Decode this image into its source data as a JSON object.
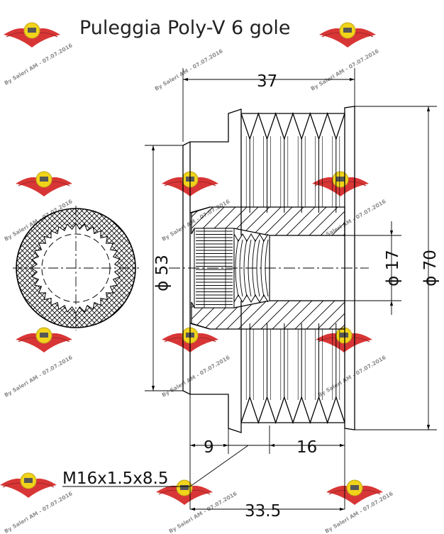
{
  "title": "Puleggia Poly-V 6 gole",
  "dimensions": {
    "width_top": "37",
    "dia_left": "53",
    "dia_bore": "17",
    "dia_outer": "70",
    "len_9": "9",
    "len_16": "16",
    "len_total": "33.5",
    "diameter_symbol": "ϕ"
  },
  "thread_callout": "M16x1.5x8.5",
  "watermark": {
    "text": "By Saleri AM - 07.07.2016",
    "colors": {
      "wing": "#d42020",
      "badge": "#f0d000"
    }
  }
}
